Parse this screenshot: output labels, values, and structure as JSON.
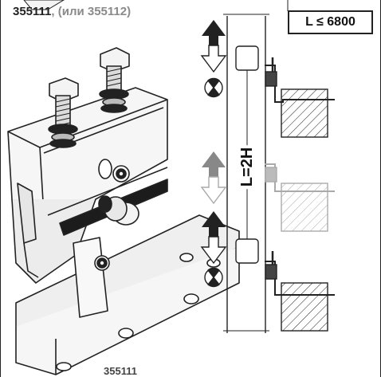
{
  "header": {
    "article_main": "355111",
    "article_alt": ", (или 355112)"
  },
  "limit_label": "L ≤ 6800",
  "dimension_label": "L=2H",
  "bottom_article_fragment": "355111"
}
